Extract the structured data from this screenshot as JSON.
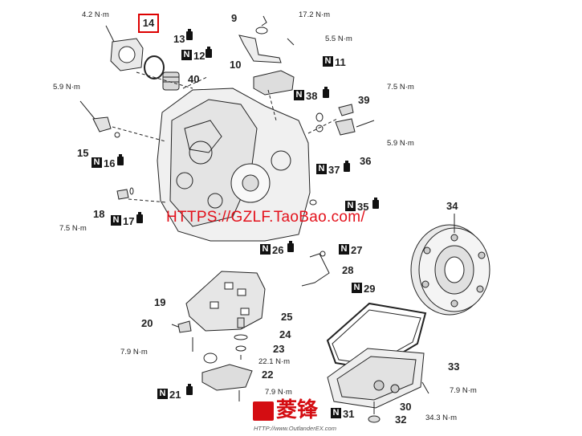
{
  "watermark": "HTTPS://GZLF.TaoBao.com/",
  "logo": {
    "url": "HTTP://www.OutlanderEX.com",
    "brand_color": "#d40d12"
  },
  "highlight_color": "#dd0000",
  "torques": {
    "t_42": "4.2 N·m",
    "t_172": "17.2 N·m",
    "t_55": "5.5 N·m",
    "t_59a": "5.9 N·m",
    "t_75a": "7.5 N·m",
    "t_59b": "5.9 N·m",
    "t_75b": "7.5 N·m",
    "t_79a": "7.9 N·m",
    "t_221": "22.1 N·m",
    "t_79b": "7.9 N·m",
    "t_79c": "7.9 N·m",
    "t_343": "34.3 N·m"
  },
  "callouts": {
    "c14": "14",
    "c9": "9",
    "c13": "13",
    "c10": "10",
    "c40": "40",
    "c15": "15",
    "c18": "18",
    "c39": "39",
    "c36": "36",
    "c34": "34",
    "c28": "28",
    "c19": "19",
    "c20": "20",
    "c25": "25",
    "c24": "24",
    "c23": "23",
    "c22": "22",
    "c33": "33",
    "c30": "30",
    "c32": "32"
  },
  "n_items": {
    "n12": "12",
    "n11": "11",
    "n38": "38",
    "n16": "16",
    "n37": "37",
    "n17": "17",
    "n35": "35",
    "n26": "26",
    "n27": "27",
    "n29": "29",
    "n21": "21",
    "n31": "31"
  },
  "n_letter": "N"
}
